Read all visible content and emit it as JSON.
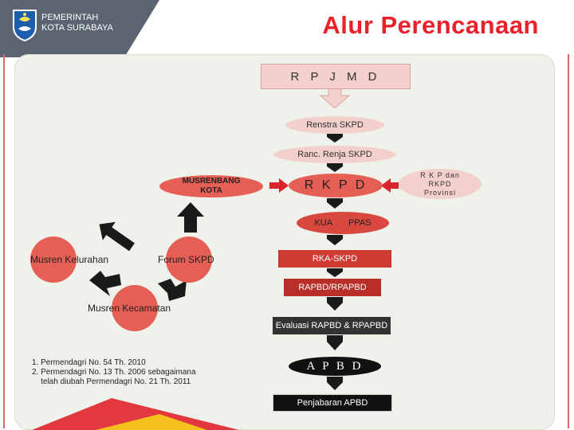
{
  "header": {
    "gov_line1": "PEMERINTAH",
    "gov_line2": "KOTA SURABAYA",
    "title": "Alur Perencanaan",
    "logo_icon": "surabaya-emblem-icon"
  },
  "flow": {
    "rpjmd": "R P J M D",
    "renstra": "Renstra SKPD",
    "renja": "Ranc. Renja SKPD",
    "rkpd": "R K P D",
    "musrenbang_line1": "MUSRENBANG",
    "musrenbang_line2": "KOTA",
    "rkp_line1": "R K P dan",
    "rkp_line2": "RKPD",
    "rkp_line3": "Provinsi",
    "kua": "KUA",
    "ppas": "PPAS",
    "rka": "RKA-SKPD",
    "rapbd": "RAPBD/RPAPBD",
    "evaluasi": "Evaluasi RAPBD & RPAPBD",
    "apbd": "A P B D",
    "penjabaran": "Penjabaran APBD"
  },
  "cycle": {
    "forum": "Forum SKPD",
    "kelurahan": "Musren Kelurahan",
    "kecamatan": "Musren Kecamatan"
  },
  "notes": [
    "1. Permendagri No. 54 Th. 2010",
    "2. Permendagri No. 13 Th. 2006 sebagaimana",
    "    telah diubah Permendagri No. 21 Th. 2011"
  ],
  "colors": {
    "title_red": "#e8212a",
    "node_red": "#e65f55",
    "node_pink": "#f3d0cc",
    "dark": "#111111",
    "band_gray": "#5b6470"
  }
}
